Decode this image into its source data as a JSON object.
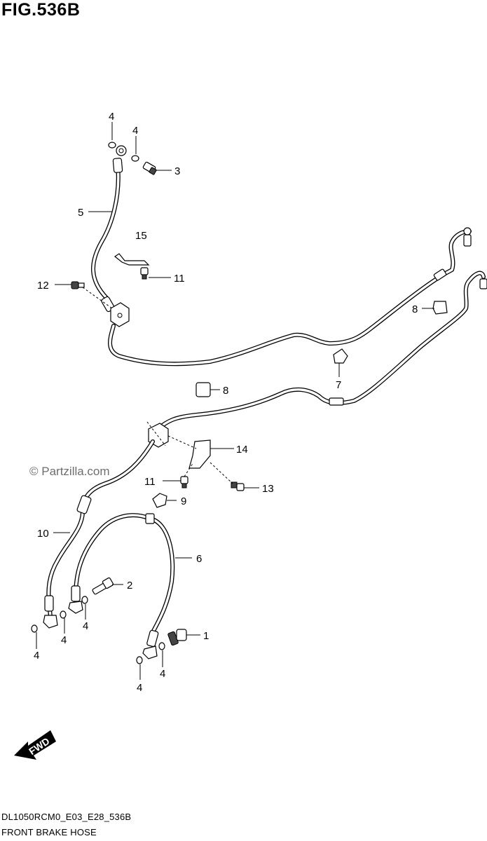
{
  "figure": {
    "title": "FIG.536B",
    "code": "DL1050RCM0_E03_E28_536B",
    "name": "FRONT BRAKE HOSE"
  },
  "watermark": "© Partzilla.com",
  "fwd_label": "FWD",
  "callouts": {
    "c4a": "4",
    "c4b": "4",
    "c3": "3",
    "c5": "5",
    "c15": "15",
    "c11a": "11",
    "c12": "12",
    "c8a": "8",
    "c8b": "8",
    "c7": "7",
    "c14": "14",
    "c11b": "11",
    "c13": "13",
    "c9": "9",
    "c10": "10",
    "c6": "6",
    "c2": "2",
    "c4c": "4",
    "c4d": "4",
    "c4e": "4",
    "c1": "1",
    "c4f": "4",
    "c4g": "4"
  }
}
